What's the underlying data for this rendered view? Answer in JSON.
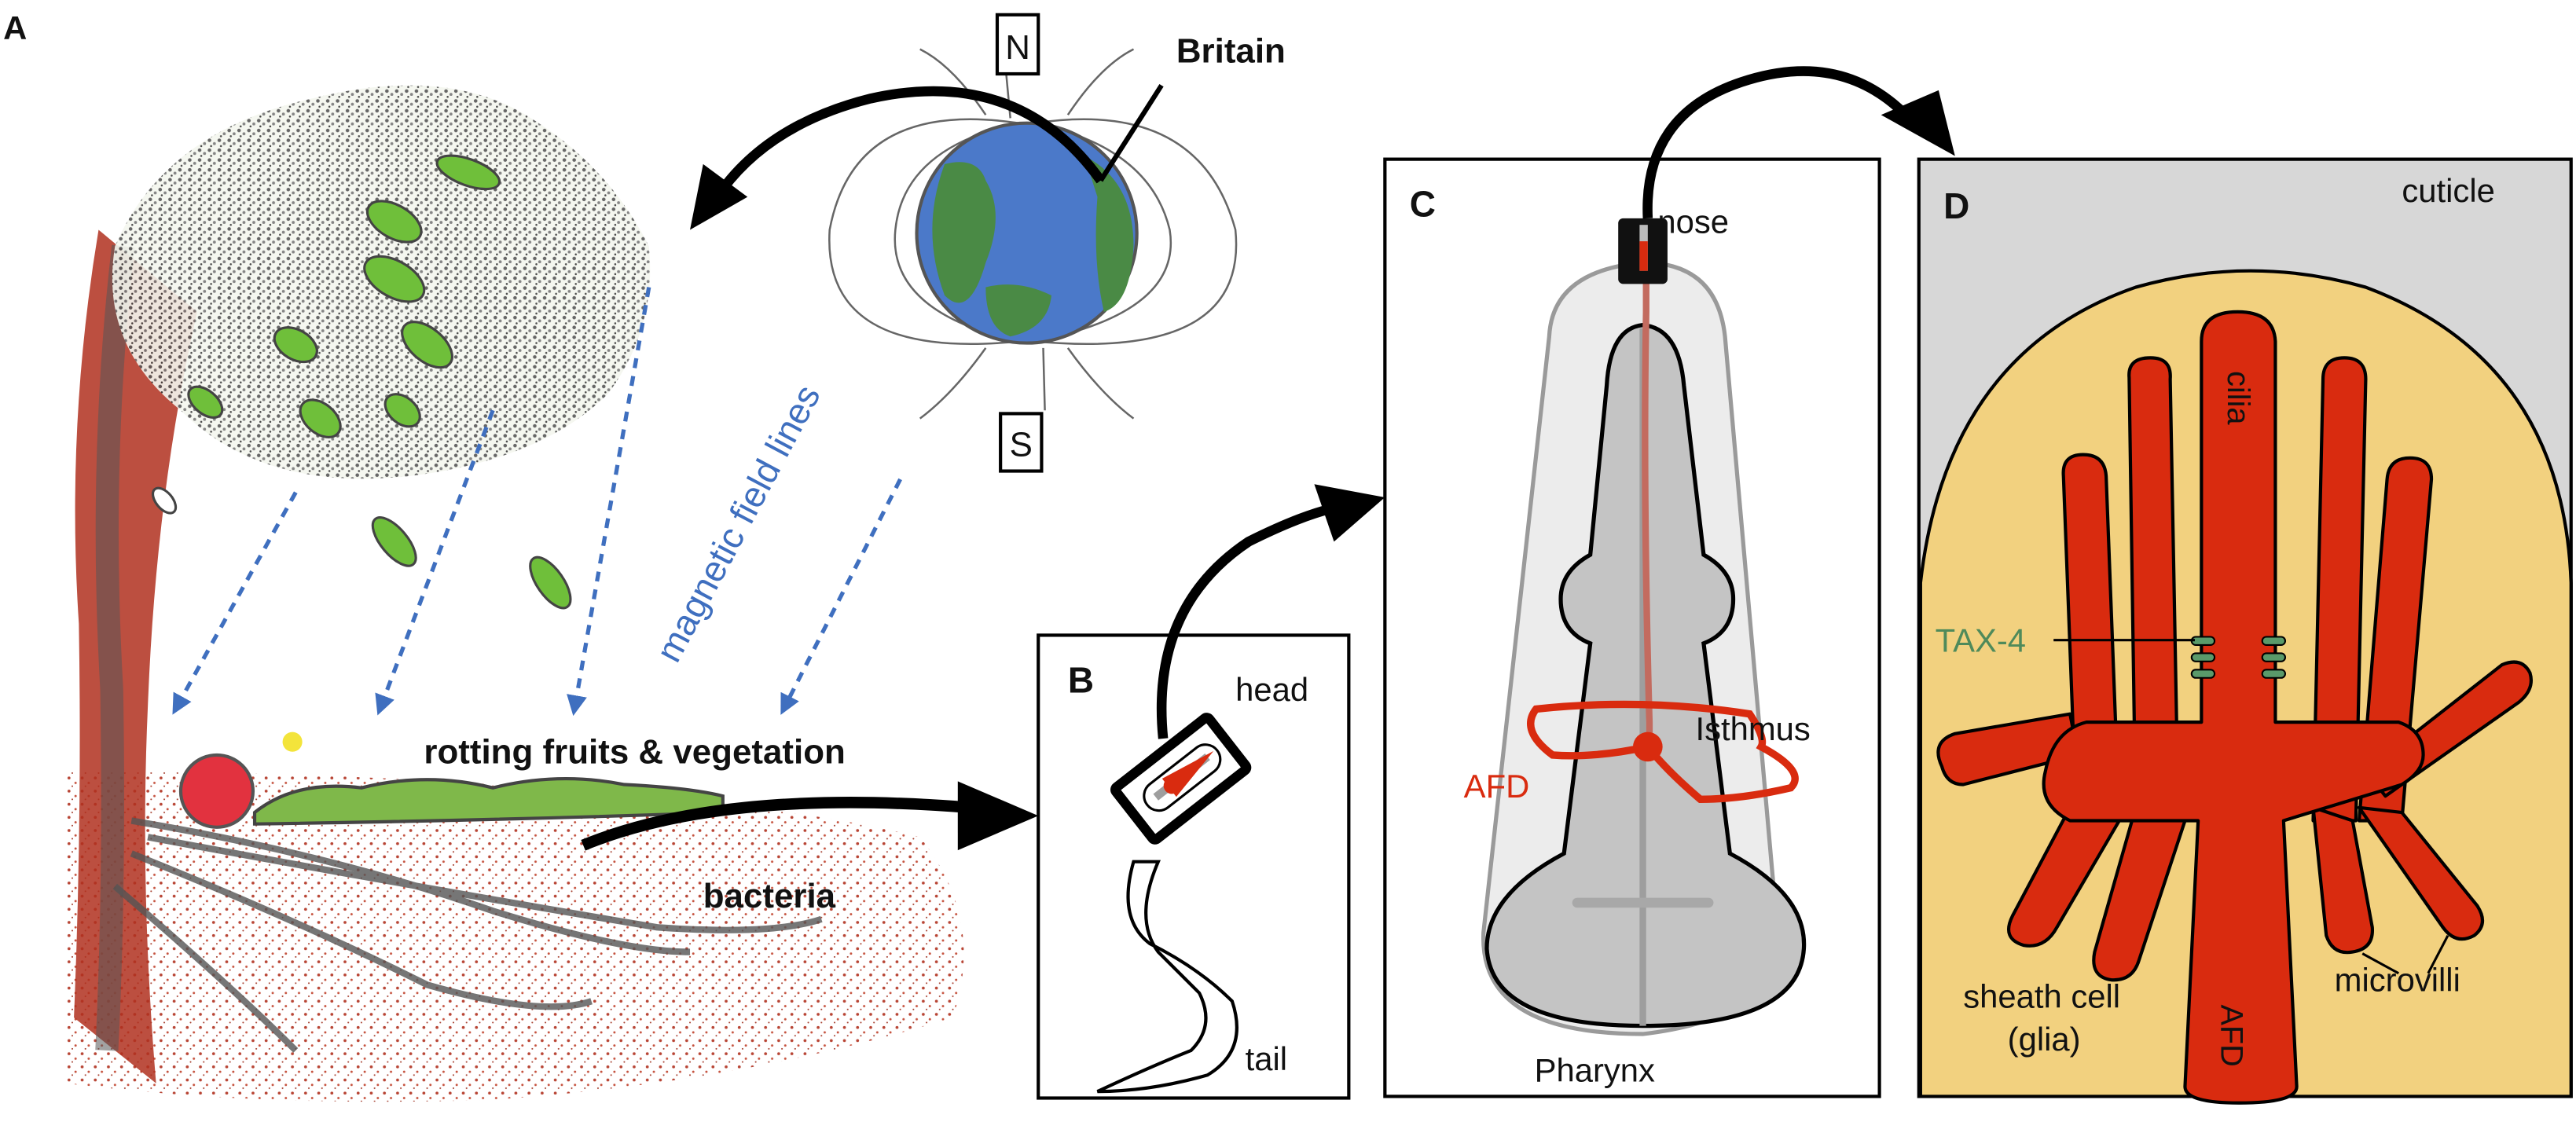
{
  "panels": {
    "a": {
      "label": "A",
      "globe": {
        "north_label": "N",
        "south_label": "S",
        "location_label": "Britain"
      },
      "field_lines_label": "magnetic field lines",
      "fruits_label": "rotting fruits & vegetation",
      "bacteria_label": "bacteria"
    },
    "b": {
      "label": "B",
      "head_label": "head",
      "tail_label": "tail"
    },
    "c": {
      "label": "C",
      "nose_label": "nose",
      "isthmus_label": "Isthmus",
      "afd_label": "AFD",
      "pharynx_label": "Pharynx"
    },
    "d": {
      "label": "D",
      "cuticle_label": "cuticle",
      "cilia_label": "cilia",
      "tax4_label": "TAX-4",
      "afd_label": "AFD",
      "microvilli_label": "microvilli",
      "sheath_label_line1": "sheath cell",
      "sheath_label_line2": "(glia)"
    }
  },
  "colors": {
    "afd_red": "#d92b0f",
    "sheath_yellow": "#f2d17f",
    "cuticle_gray": "#d7d7d7",
    "tax4_green": "#4f8a5a",
    "field_line_blue": "#3f6fbf",
    "pharynx_gray": "#c4c4c4",
    "body_gray": "#ececec"
  }
}
